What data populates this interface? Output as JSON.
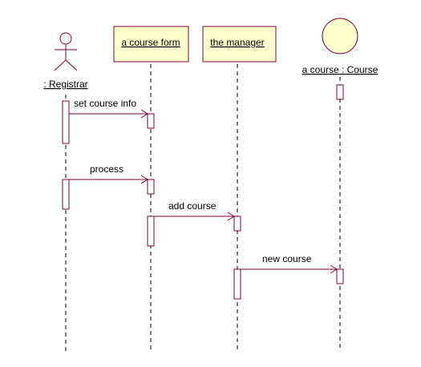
{
  "diagram": {
    "colors": {
      "line": "#800040",
      "box_fill": "#ffffcc",
      "box_stroke": "#800040",
      "lifeline": "#000000",
      "text": "#000000"
    },
    "participants": [
      {
        "id": "registrar",
        "label": ": Registrar",
        "kind": "actor"
      },
      {
        "id": "form",
        "label": "a course form",
        "kind": "boundary"
      },
      {
        "id": "manager",
        "label": "the manager",
        "kind": "control"
      },
      {
        "id": "course",
        "label": "a course : Course",
        "kind": "entity"
      }
    ],
    "messages": [
      {
        "from": "registrar",
        "to": "form",
        "label": "set course info"
      },
      {
        "from": "registrar",
        "to": "form",
        "label": "process"
      },
      {
        "from": "form",
        "to": "manager",
        "label": "add course"
      },
      {
        "from": "manager",
        "to": "course",
        "label": "new course"
      }
    ]
  }
}
